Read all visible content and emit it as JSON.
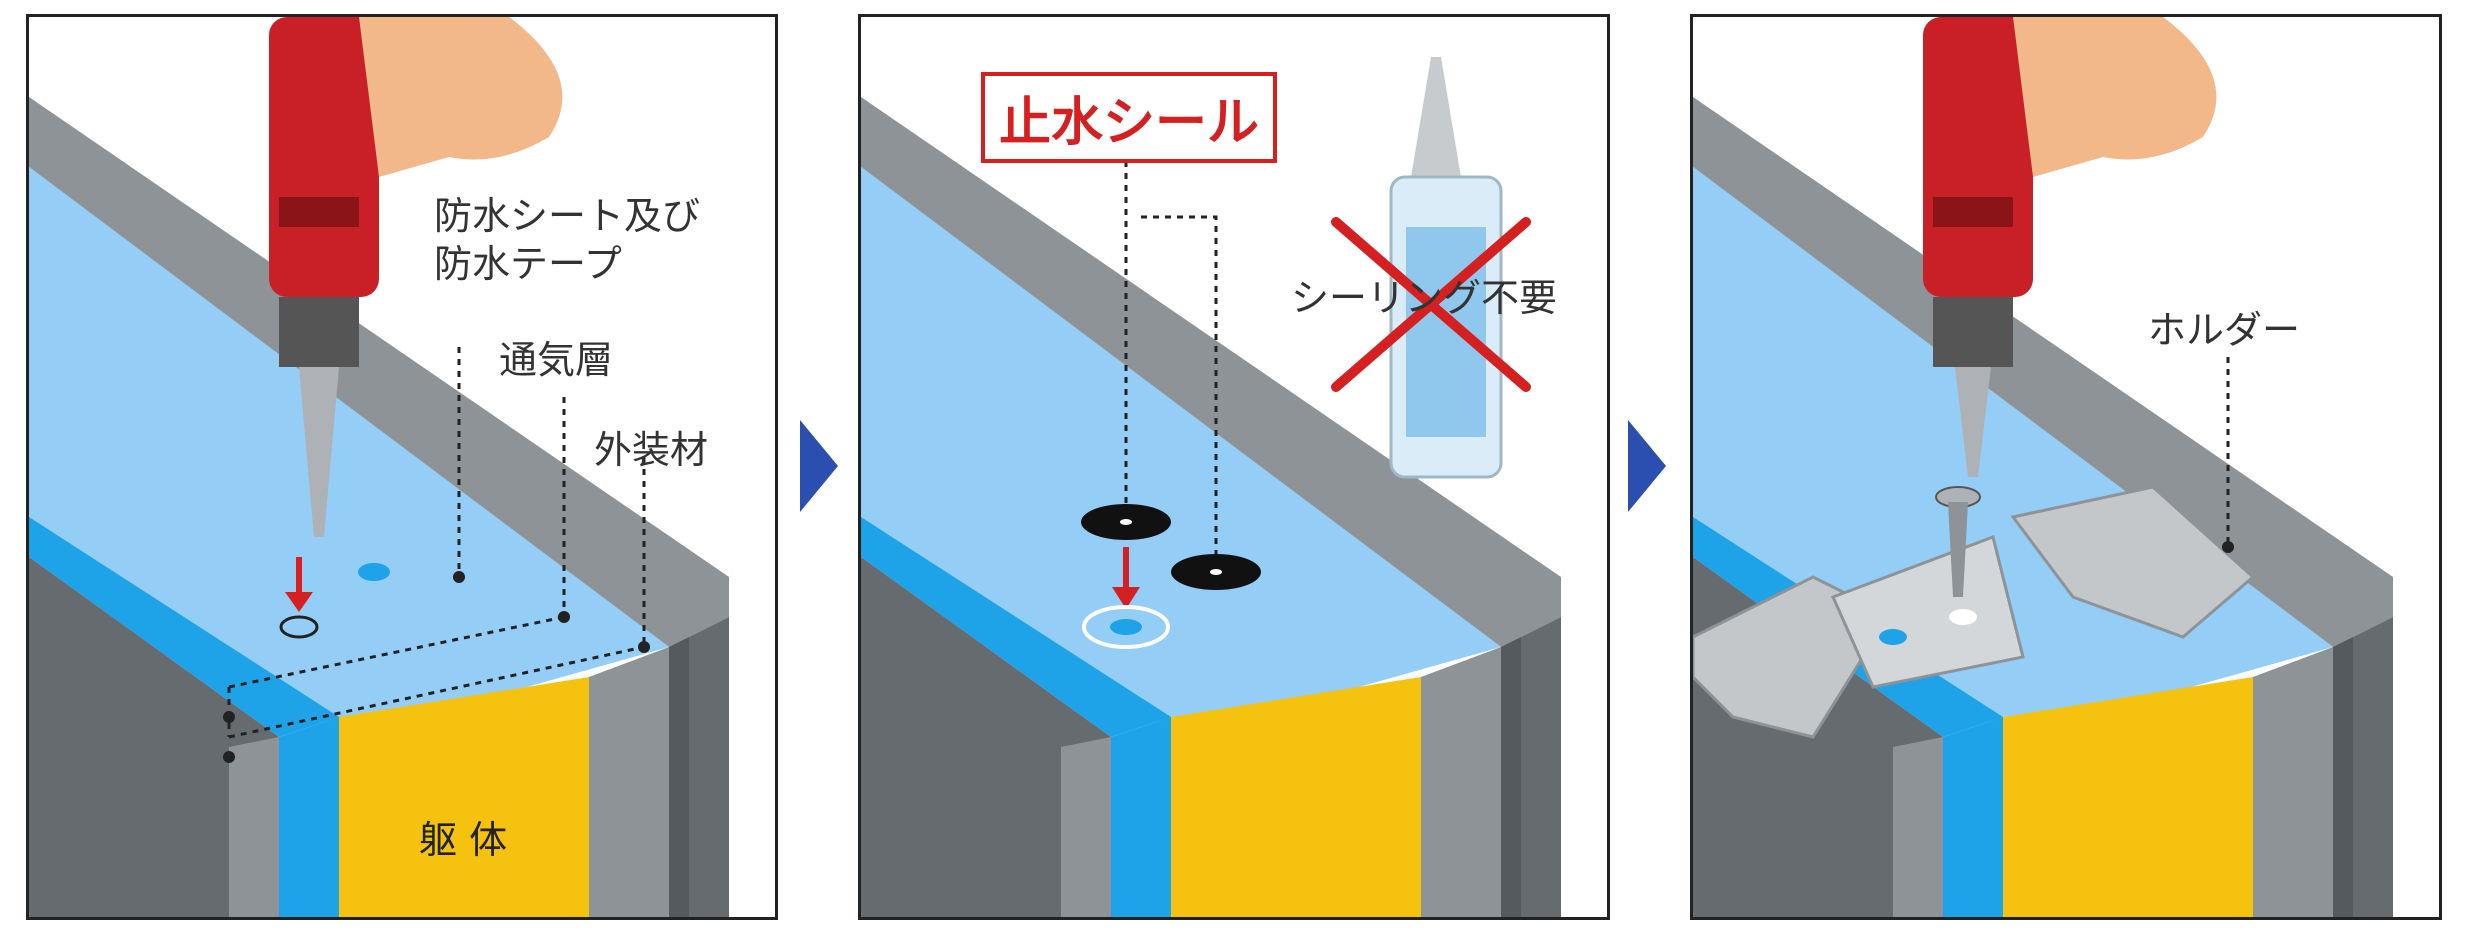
{
  "colors": {
    "frame_dark": "#666b70",
    "frame_mid": "#8e9398",
    "sheet_light": "#94cdf5",
    "sheet_band": "#1ea2e8",
    "structure": "#f5c210",
    "accent_red": "#d42020",
    "step_arrow": "#2b4fb0",
    "drill_red": "#c91f26",
    "skin": "#f2b88a",
    "holder": "#c4c7ca"
  },
  "panel1": {
    "label_waterproof": "防水シート及び\n防水テープ",
    "label_vent": "通気層",
    "label_cladding": "外装材",
    "label_structure": "躯 体",
    "icons": [
      "drill-icon",
      "hand-icon",
      "drill-direction-arrow-icon"
    ]
  },
  "panel2": {
    "label_seal": "止水シール",
    "label_no_sealing": "シーリング不要",
    "icons": [
      "sealant-tube-icon",
      "cross-mark-icon",
      "seal-washer-icon"
    ]
  },
  "panel3": {
    "label_holder": "ホルダー",
    "icons": [
      "drill-icon",
      "hand-icon",
      "screw-icon",
      "holder-bracket-icon"
    ]
  }
}
